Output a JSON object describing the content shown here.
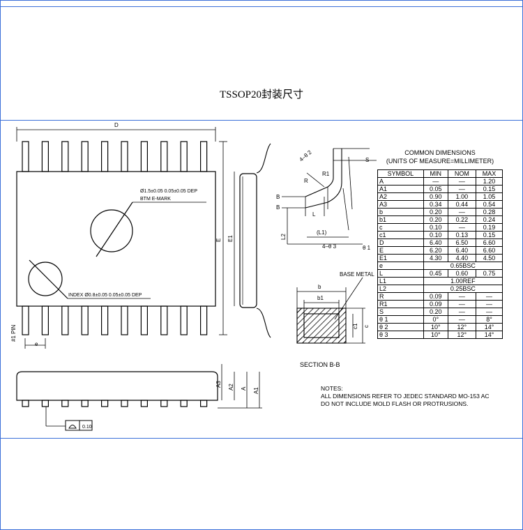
{
  "title": "TSSOP20封装尺寸",
  "labels": {
    "D": "D",
    "E": "E",
    "E1": "E1",
    "e": "e",
    "pin1": "#1 PIN",
    "btm_mark": "Ø1.5±0.05 0.05±0.05 DEP",
    "btm_mark2": "BTM E-MARK",
    "index": "INDEX Ø0.8±0.05 0.05±0.05 DEP",
    "A": "A",
    "A1": "A1",
    "A2": "A2",
    "A3": "A3",
    "coplanarity": "0.10",
    "theta2": "4–θ 2",
    "theta3": "4–θ 3",
    "R1": "R1",
    "R": "R",
    "S": "S",
    "B": "B",
    "L": "L",
    "L1": "(L1)",
    "L2": "L2",
    "theta1": "θ 1",
    "b": "b",
    "b1": "b1",
    "c": "c",
    "c1": "c1",
    "base_metal": "BASE METAL",
    "section": "SECTION B-B"
  },
  "table": {
    "title1": "COMMON DIMENSIONS",
    "title2": "(UNITS OF MEASURE=MILLIMETER)",
    "headers": [
      "SYMBOL",
      "MIN",
      "NOM",
      "MAX"
    ],
    "rows": [
      {
        "sym": "A",
        "min": "—",
        "nom": "—",
        "max": "1.20"
      },
      {
        "sym": "A1",
        "min": "0.05",
        "nom": "—",
        "max": "0.15"
      },
      {
        "sym": "A2",
        "min": "0.90",
        "nom": "1.00",
        "max": "1.05"
      },
      {
        "sym": "A3",
        "min": "0.34",
        "nom": "0.44",
        "max": "0.54"
      },
      {
        "sym": "b",
        "min": "0.20",
        "nom": "—",
        "max": "0.28"
      },
      {
        "sym": "b1",
        "min": "0.20",
        "nom": "0.22",
        "max": "0.24"
      },
      {
        "sym": "c",
        "min": "0.10",
        "nom": "—",
        "max": "0.19"
      },
      {
        "sym": "c1",
        "min": "0.10",
        "nom": "0.13",
        "max": "0.15"
      },
      {
        "sym": "D",
        "min": "6.40",
        "nom": "6.50",
        "max": "6.60"
      },
      {
        "sym": "E",
        "min": "6.20",
        "nom": "6.40",
        "max": "6.60"
      },
      {
        "sym": "E1",
        "min": "4.30",
        "nom": "4.40",
        "max": "4.50"
      },
      {
        "sym": "e",
        "span": "0.65BSC"
      },
      {
        "sym": "L",
        "min": "0.45",
        "nom": "0.60",
        "max": "0.75"
      },
      {
        "sym": "L1",
        "span": "1.00REF"
      },
      {
        "sym": "L2",
        "span": "0.25BSC"
      },
      {
        "sym": "R",
        "min": "0.09",
        "nom": "—",
        "max": "—"
      },
      {
        "sym": "R1",
        "min": "0.09",
        "nom": "—",
        "max": "—"
      },
      {
        "sym": "S",
        "min": "0.20",
        "nom": "—",
        "max": "—"
      },
      {
        "sym": "θ 1",
        "min": "0°",
        "nom": "—",
        "max": "8°"
      },
      {
        "sym": "θ 2",
        "min": "10°",
        "nom": "12°",
        "max": "14°"
      },
      {
        "sym": "θ 3",
        "min": "10°",
        "nom": "12°",
        "max": "14°"
      }
    ]
  },
  "notes": {
    "head": "NOTES:",
    "line1": "ALL DIMENSIONS REFER TO JEDEC STANDARD MO-153 AC",
    "line2": "DO NOT INCLUDE MOLD FLASH OR PROTRUSIONS."
  },
  "colors": {
    "frame": "#3a6fd8",
    "ink": "#000000",
    "hatch": "#000000"
  }
}
